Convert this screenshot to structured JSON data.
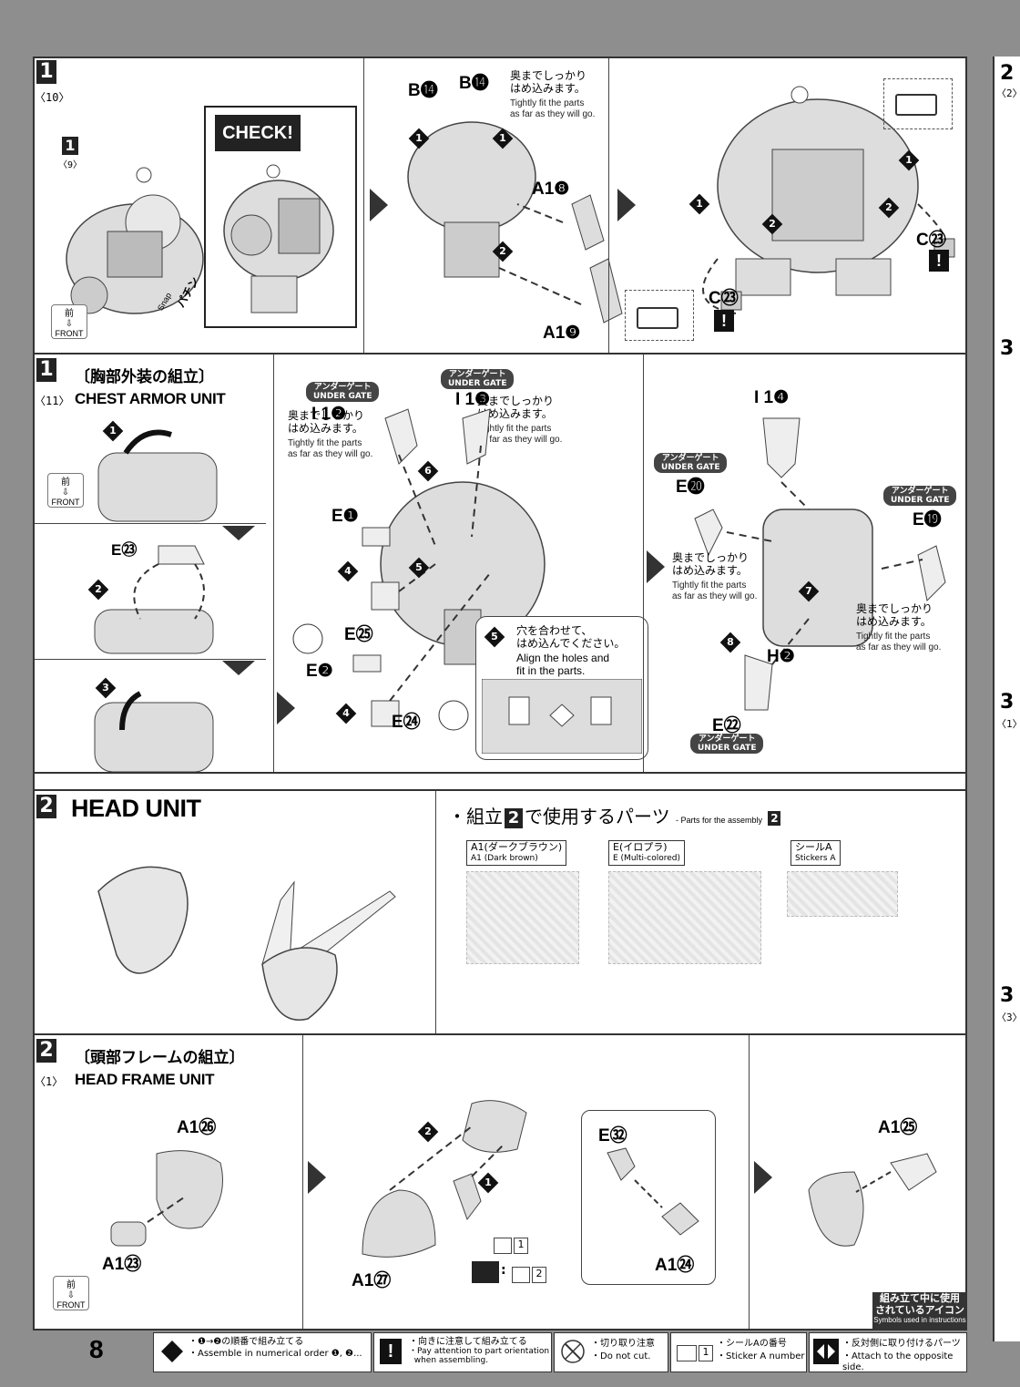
{
  "page_number": "8",
  "labels": {
    "front_jp": "前",
    "front_en": "FRONT",
    "check": "CHECK!",
    "snap_jp": "パチン",
    "snap_en": "Snap",
    "under_gate_jp": "アンダーゲート",
    "under_gate_en": "UNDER GATE",
    "fit_jp": "奥までしっかり\nはめ込みます。",
    "fit_en": "Tightly fit the parts\nas far as they will go."
  },
  "step1_10": {
    "step": "1",
    "sub": "〈10〉",
    "ref_step": "1",
    "ref_sub": "〈9〉",
    "parts": {
      "b14a": "B⓮",
      "b14b": "B⓮",
      "a18": "A1❽",
      "a19": "A1❾",
      "c23a": "C㉓",
      "c23b": "C㉓"
    },
    "nums": {
      "n1": "1",
      "n2": "2"
    }
  },
  "step1_11": {
    "step": "1",
    "sub": "〈11〉",
    "title_jp": "〔胸部外装の組立〕",
    "title_en": "CHEST ARMOR UNIT",
    "parts": {
      "i12": "I 1❷",
      "i13": "I 1❸",
      "e1": "E❶",
      "e25": "E㉕",
      "e2": "E❷",
      "e24": "E㉔",
      "e23": "E㉓",
      "i14": "I 1❹",
      "e20": "E⓴",
      "e19": "E⓳",
      "h2": "H❷",
      "e22": "E㉒"
    },
    "nums": {
      "n1": "1",
      "n2": "2",
      "n3": "3",
      "n4": "4",
      "n5": "5",
      "n6": "6",
      "n7": "7",
      "n8": "8"
    },
    "hole_note_jp": "穴を合わせて、\nはめ込んでください。",
    "hole_note_en": "Align the holes and\nfit in the parts."
  },
  "step2": {
    "step": "2",
    "title": "HEAD UNIT",
    "parts_title_jp": "・組立",
    "parts_title_jp2": "で使用するパーツ",
    "parts_title_en": "- Parts for the assembly",
    "runners": [
      {
        "jp": "A1(ダークブラウン)",
        "en": "A1 (Dark brown)"
      },
      {
        "jp": "E(イロプラ)",
        "en": "E (Multi-colored)"
      },
      {
        "jp": "シールA",
        "en": "Stickers A"
      }
    ]
  },
  "step2_1": {
    "step": "2",
    "sub": "〈1〉",
    "title_jp": "〔頭部フレームの組立〕",
    "title_en": "HEAD FRAME UNIT",
    "parts": {
      "a126": "A1㉖",
      "a123": "A1㉓",
      "a127": "A1㉗",
      "e32": "E㉜",
      "a124": "A1㉔",
      "a125": "A1㉕"
    },
    "sticker1": "1",
    "sticker2": "2",
    "nums": {
      "n1": "1",
      "n2": "2"
    }
  },
  "legend": {
    "title_jp": "組み立て中に使用\nされているアイコン",
    "title_en": "Symbols used in instructions",
    "items": [
      {
        "jp": "・❶→❷の順番で組み立てる",
        "en": "・Assemble in numerical order ❶, ❷..."
      },
      {
        "jp": "・向きに注意して組み立てる",
        "en": "・Pay attention to part orientation\n  when assembling."
      },
      {
        "jp": "・切り取り注意",
        "en": "・Do not cut."
      },
      {
        "jp": "・シールAの番号",
        "en": "・Sticker A number"
      },
      {
        "jp": "・反対側に取り付けるパーツ",
        "en": "・Attach to the opposite side."
      }
    ],
    "sticker_num": "1"
  },
  "right_strip": {
    "n1": "2",
    "s1": "〈2〉",
    "n2": "3",
    "n3": "3",
    "s3": "〈1〉",
    "n4": "3",
    "s4": "〈3〉"
  }
}
